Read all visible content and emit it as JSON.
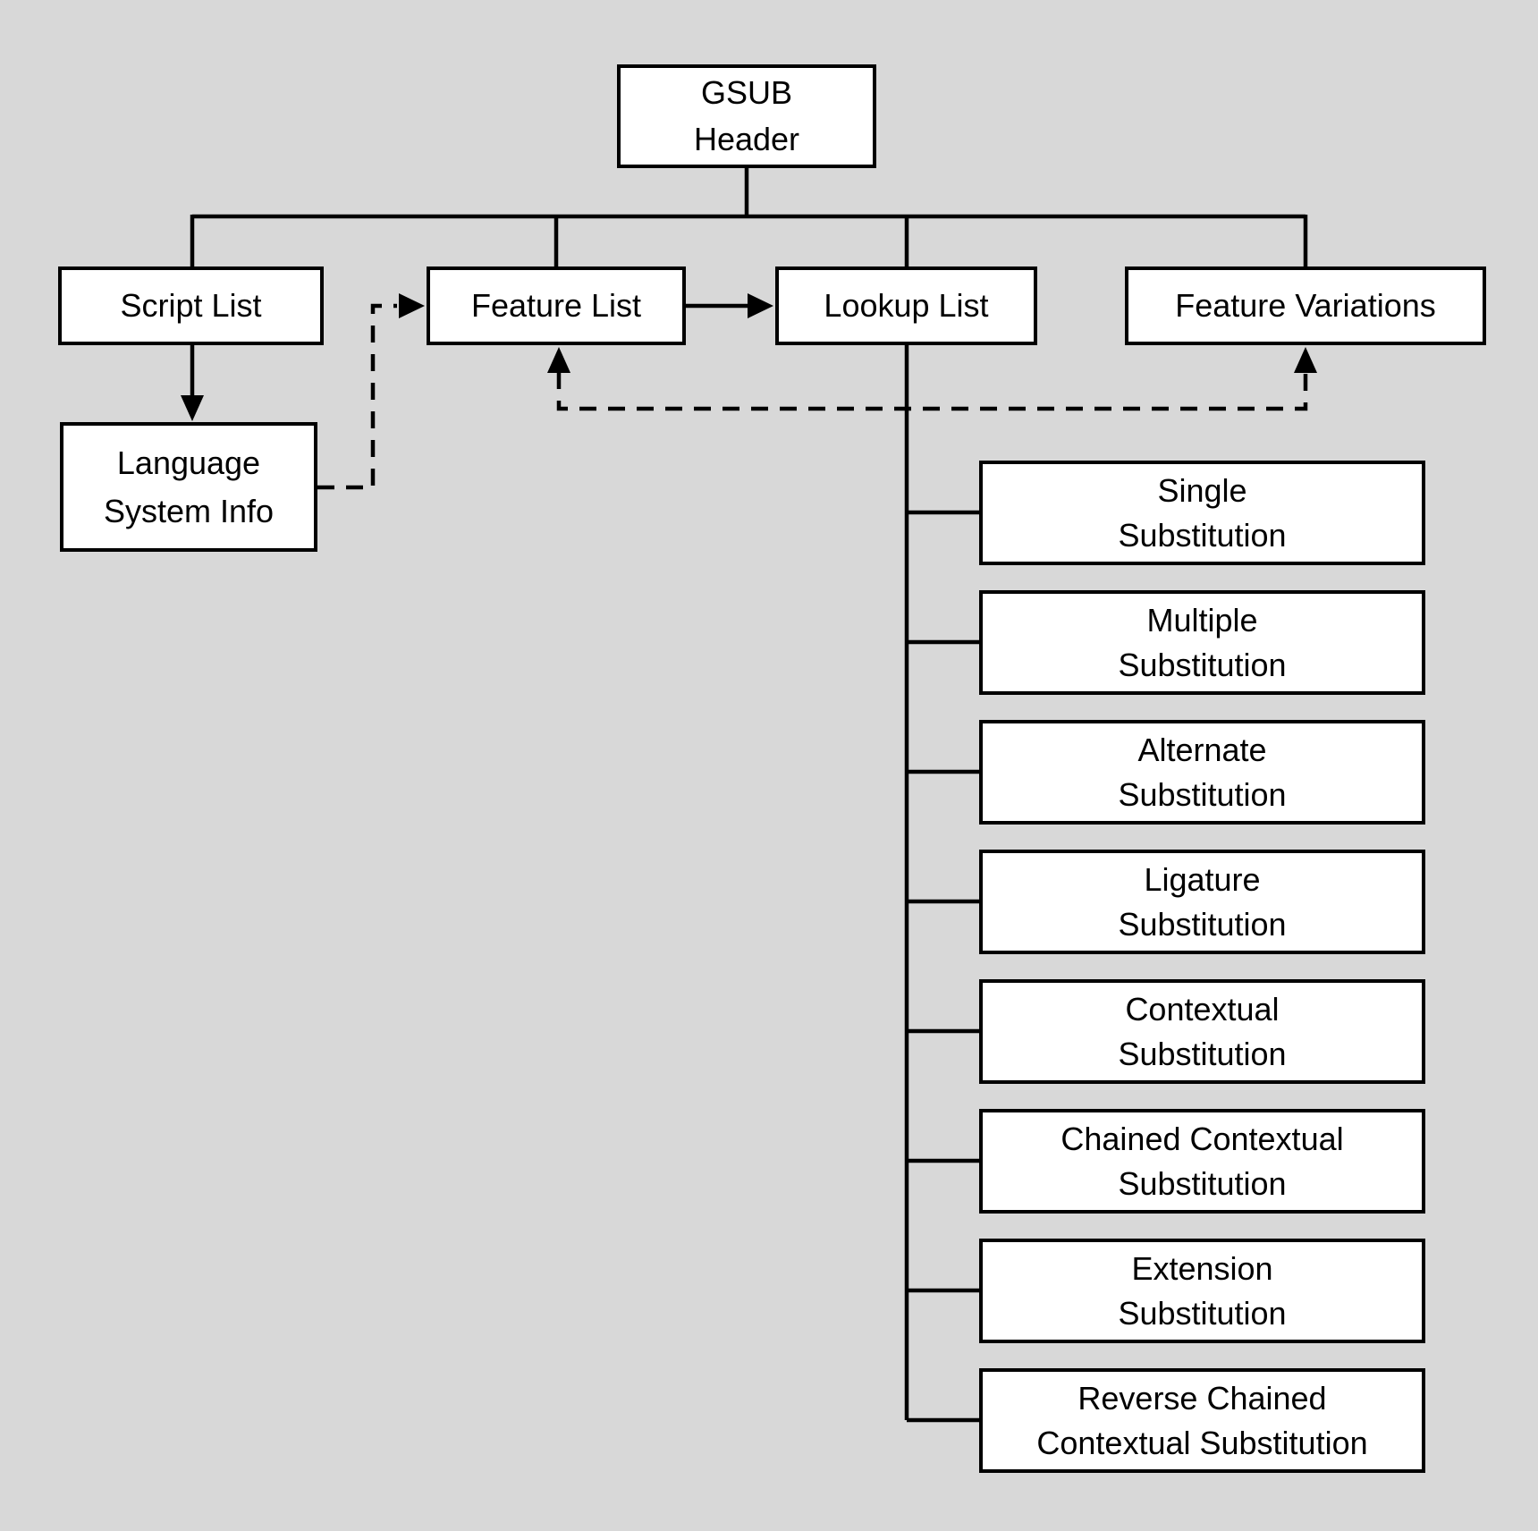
{
  "diagram": {
    "background_color": "#d8d8d8",
    "box_fill_color": "#ffffff",
    "line_color": "#000000",
    "nodes": {
      "gsub_header": {
        "label": "GSUB\nHeader"
      },
      "script_list": {
        "label": "Script List"
      },
      "feature_list": {
        "label": "Feature List"
      },
      "lookup_list": {
        "label": "Lookup List"
      },
      "feature_variations": {
        "label": "Feature Variations"
      },
      "language_system_info": {
        "label": "Language\nSystem Info"
      }
    },
    "lookup_types": [
      {
        "label": "Single\nSubstitution"
      },
      {
        "label": "Multiple\nSubstitution"
      },
      {
        "label": "Alternate\nSubstitution"
      },
      {
        "label": "Ligature\nSubstitution"
      },
      {
        "label": "Contextual\nSubstitution"
      },
      {
        "label": "Chained Contextual\nSubstitution"
      },
      {
        "label": "Extension\nSubstitution"
      },
      {
        "label": "Reverse Chained\nContextual Substitution"
      }
    ],
    "connections": {
      "solid": [
        "GSUB Header -> Script List",
        "GSUB Header -> Feature List",
        "GSUB Header -> Lookup List",
        "GSUB Header -> Feature Variations",
        "Script List -> Language System Info",
        "Feature List -> Lookup List",
        "Lookup List -> each substitution lookup type"
      ],
      "dashed": [
        "Language System Info -> Feature List",
        "Lookup List area -> Feature List (up arrow)",
        "Lookup List area -> Feature Variations (up arrow)"
      ]
    }
  }
}
